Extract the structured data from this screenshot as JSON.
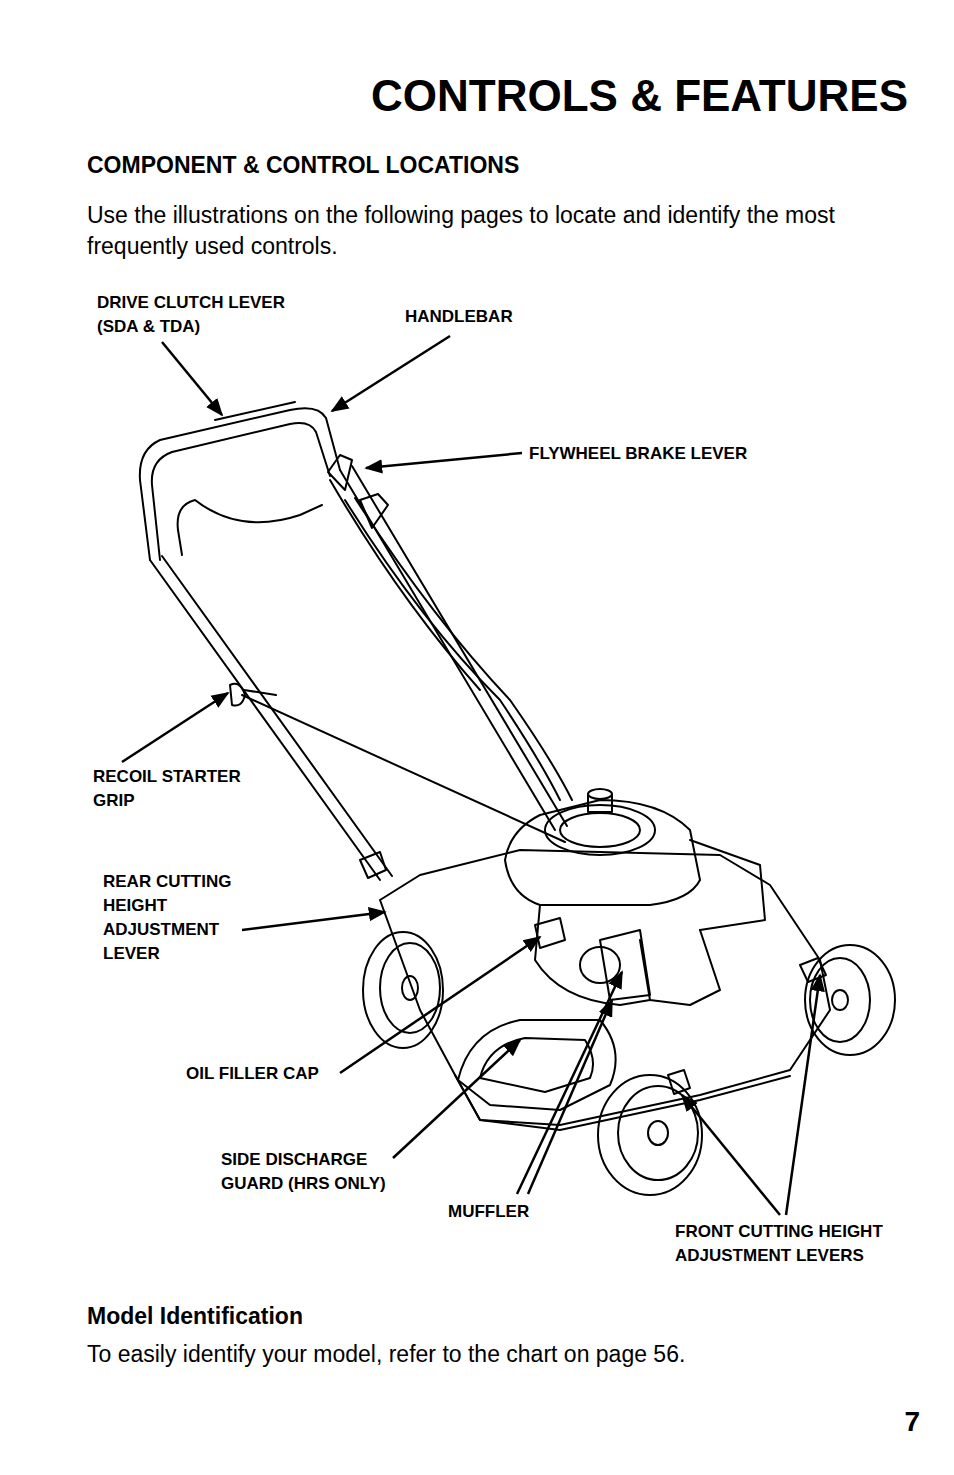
{
  "diagram": {
    "title": "CONTROLS & FEATURES",
    "labels": [
      "COMPONENT & CONTROL LOCATIONS",
      "Use the illustrations on the following pages to locate and identify the most frequently used controls.",
      "DRIVE CLUTCH LEVER (SDA & TDA)",
      "HANDLEBAR",
      "FLYWHEEL BRAKE LEVER",
      "RECOIL STARTER GRIP",
      "REAR CUTTING HEIGHT ADJUSTMENT LEVER",
      "OIL FILLER CAP",
      "SIDE DISCHARGE GUARD (HRS ONLY)",
      "MUFFLER",
      "FRONT CUTTING HEIGHT ADJUSTMENT LEVERS",
      "Model Identification",
      "To easily identify your model, refer to the chart on page 56.",
      "7"
    ]
  }
}
